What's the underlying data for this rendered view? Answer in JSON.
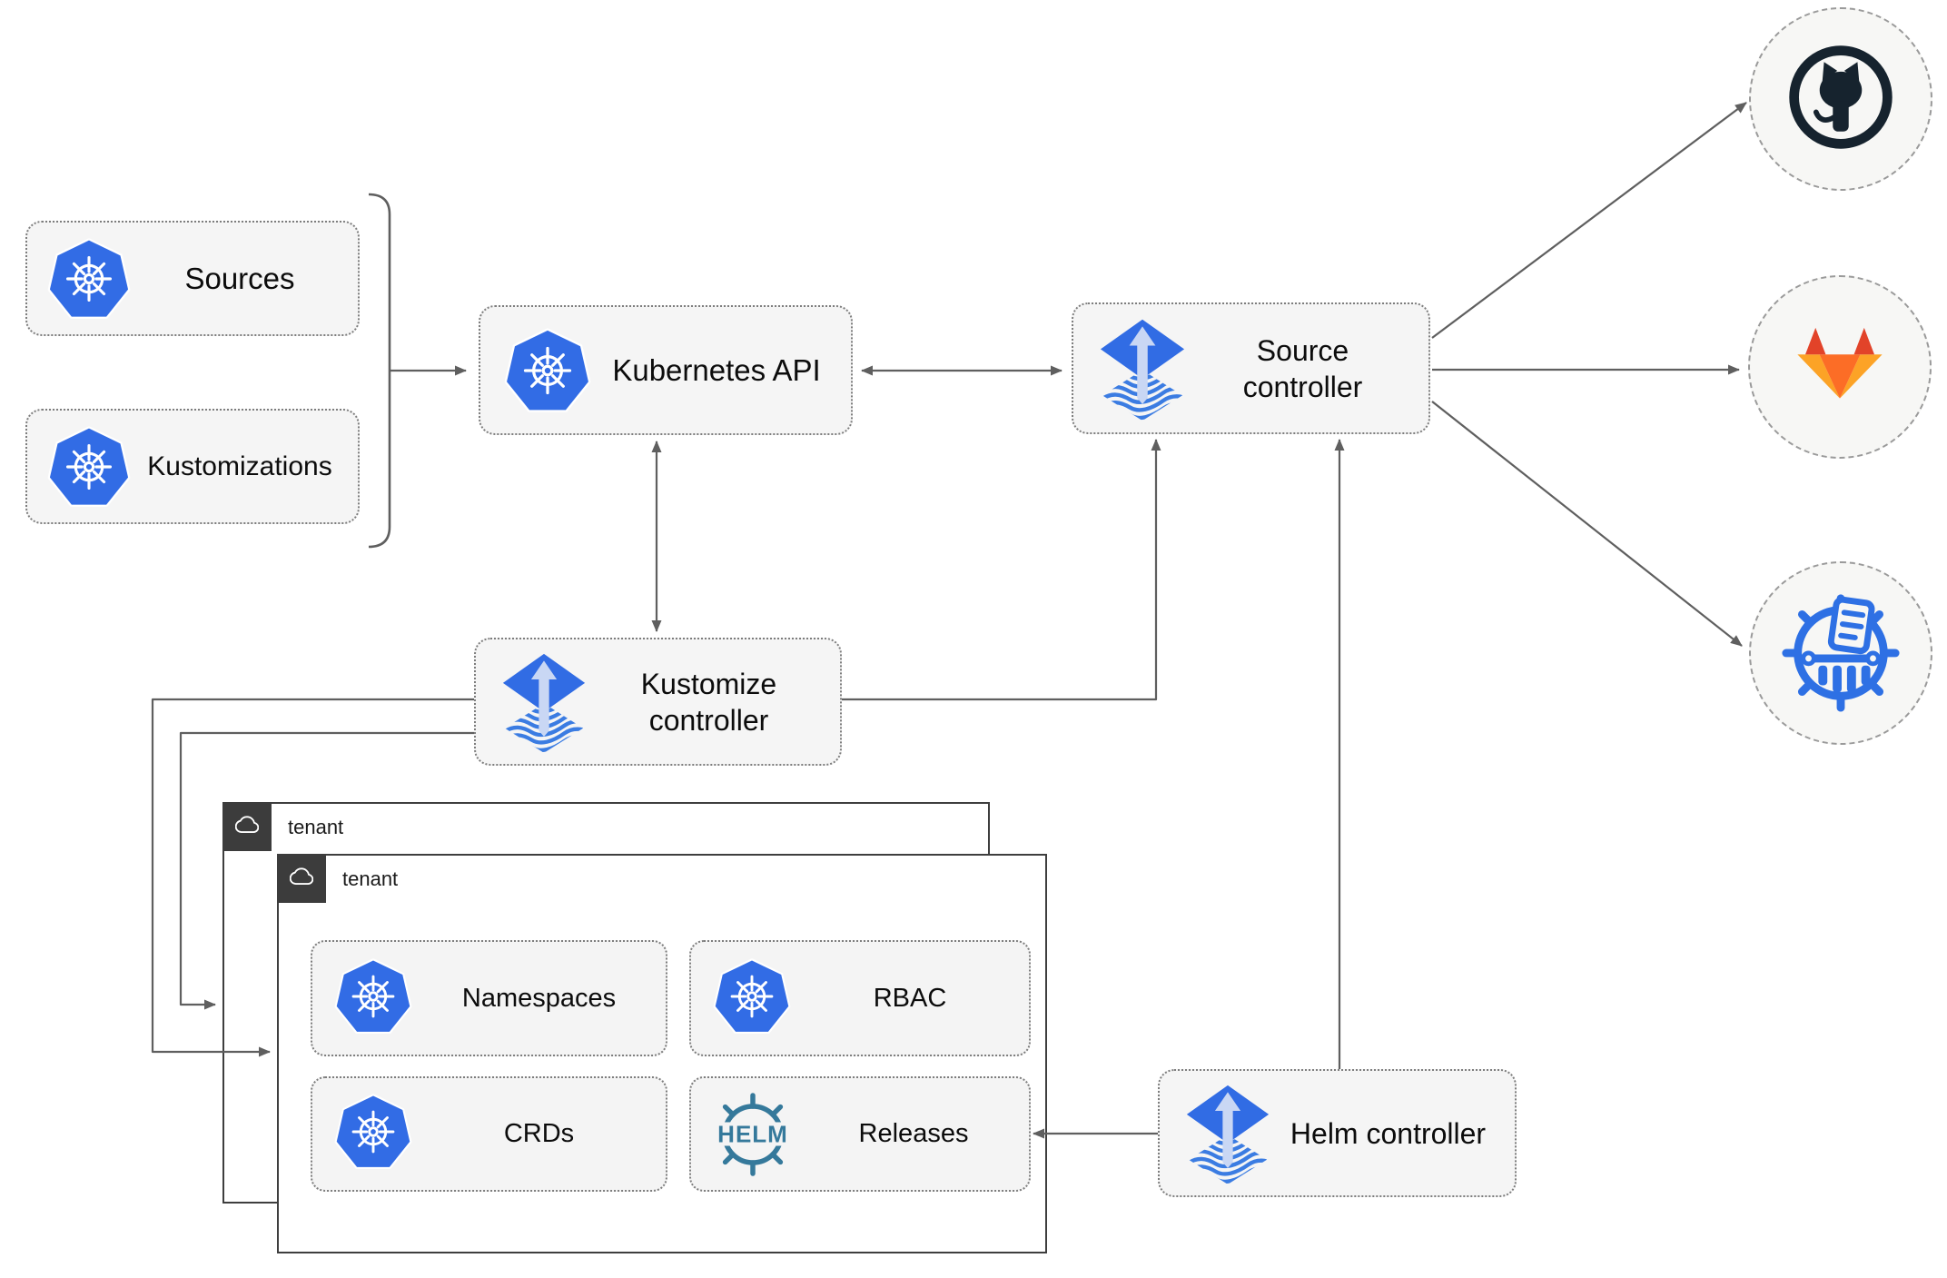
{
  "nodes": {
    "sources": {
      "label": "Sources",
      "icon": "kubernetes-icon"
    },
    "kustomizations": {
      "label": "Kustomizations",
      "icon": "kubernetes-icon"
    },
    "kubernetes_api": {
      "label": "Kubernetes API",
      "icon": "kubernetes-icon"
    },
    "source_controller": {
      "label": "Source controller",
      "icon": "flux-icon"
    },
    "kustomize_controller": {
      "label": "Kustomize controller",
      "icon": "flux-icon"
    },
    "helm_controller": {
      "label": "Helm controller",
      "icon": "flux-icon"
    },
    "tenant_outer": {
      "label": "tenant",
      "icon": "cloud-icon"
    },
    "tenant_inner": {
      "label": "tenant",
      "icon": "cloud-icon"
    },
    "namespaces": {
      "label": "Namespaces",
      "icon": "kubernetes-icon"
    },
    "rbac": {
      "label": "RBAC",
      "icon": "kubernetes-icon"
    },
    "crds": {
      "label": "CRDs",
      "icon": "kubernetes-icon"
    },
    "releases": {
      "label": "Releases",
      "icon": "helm-wheel-icon",
      "icon_text": "HELM"
    },
    "github": {
      "icon": "github-icon"
    },
    "gitlab": {
      "icon": "gitlab-icon"
    },
    "chartmuseum": {
      "icon": "chartmuseum-helm-repo-icon"
    }
  },
  "edges": [
    "sources+kustomizations -> kubernetes-api",
    "kubernetes-api <-> source-controller",
    "kubernetes-api <-> kustomize-controller",
    "kustomize-controller -> source-controller",
    "kustomize-controller -> tenant-outer",
    "kustomize-controller -> tenant-inner",
    "helm-controller -> source-controller",
    "helm-controller -> releases",
    "source-controller -> github",
    "source-controller -> gitlab",
    "source-controller -> chartmuseum"
  ],
  "colors": {
    "kubernetes_blue": "#326ce5",
    "flux_blue": "#316ce4",
    "flux_light_arrow": "#c9d7f4",
    "helm_teal": "#35799b",
    "github_dark": "#16232e",
    "gitlab_dark_orange": "#e24329",
    "gitlab_orange": "#fc6d26",
    "gitlab_amber": "#fca326",
    "connector_gray": "#5f5f5f",
    "node_fill": "#f5f5f5",
    "tenant_tab": "#3c3c3c"
  }
}
